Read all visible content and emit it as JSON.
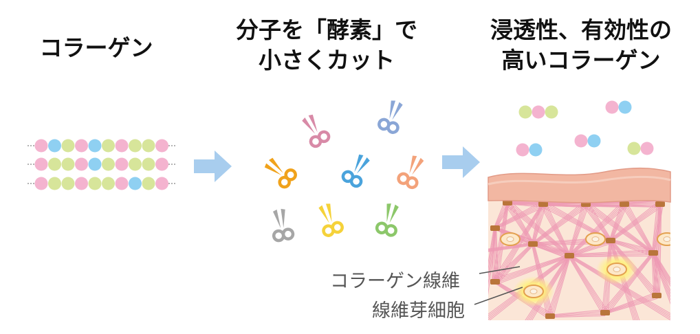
{
  "titles": {
    "left": "コラーゲン",
    "middle_line1": "分子を「酵素」で",
    "middle_line2": "小さくカット",
    "right_line1": "浸透性、有効性の",
    "right_line2": "高いコラーゲン"
  },
  "labels": {
    "fiber": "コラーゲン線維",
    "fibroblast": "線維芽細胞"
  },
  "colors": {
    "pink": "#f4b3cf",
    "blue": "#8fd0f2",
    "green": "#d7e59a",
    "arrow": "#a8cdee",
    "skin_top": "#f2b7a2",
    "skin_fill": "#fbe6d7",
    "fiber": "#ee9ab4",
    "node": "#b9753a",
    "cell_glow": "#fff27a"
  },
  "chains": [
    [
      "pink",
      "blue",
      "green",
      "pink",
      "blue",
      "green",
      "pink",
      "green",
      "green",
      "pink"
    ],
    [
      "pink",
      "green",
      "green",
      "pink",
      "blue",
      "green",
      "pink",
      "green",
      "green",
      "pink"
    ],
    [
      "pink",
      "green",
      "green",
      "pink",
      "green",
      "green",
      "pink",
      "blue",
      "green",
      "pink"
    ]
  ],
  "fragments": [
    [
      "green",
      "pink",
      "green"
    ],
    [
      "pink",
      "blue"
    ],
    [
      "pink",
      "blue"
    ],
    [
      "pink",
      "blue"
    ],
    [
      "green",
      "pink"
    ]
  ],
  "scissors": [
    {
      "color": "#d88aa7",
      "icon": "scissors-icon"
    },
    {
      "color": "#8aa6d6",
      "icon": "scissors-icon"
    },
    {
      "color": "#f0a21b",
      "icon": "scissors-icon"
    },
    {
      "color": "#4aa3dc",
      "icon": "scissors-icon"
    },
    {
      "color": "#f3a27a",
      "icon": "scissors-icon"
    },
    {
      "color": "#a6a6a6",
      "icon": "scissors-icon"
    },
    {
      "color": "#f5d23a",
      "icon": "scissors-icon"
    },
    {
      "color": "#8cc76a",
      "icon": "scissors-icon"
    }
  ]
}
